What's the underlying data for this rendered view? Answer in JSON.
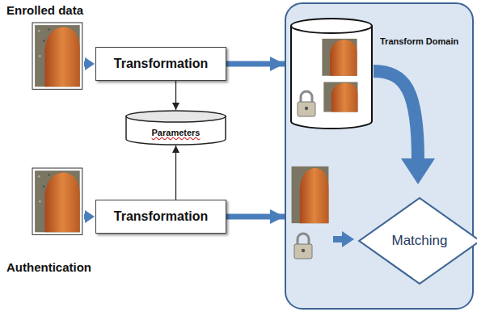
{
  "diagram": {
    "nodes": [
      {
        "text": [
          "Transformation"
        ]
      },
      {
        "text": [
          "Parameters"
        ]
      },
      {
        "text": [
          "Transformation"
        ]
      },
      {
        "text": [
          "Transform Domain"
        ]
      },
      {
        "text": [
          "Matching"
        ],
        "in": 3
      }
    ],
    "edges": [
      {
        "from": 0,
        "to": 1,
        "arrow": "to"
      },
      {
        "from": 2,
        "to": 1,
        "arrow": "to"
      },
      {
        "from": 0,
        "to": 3,
        "arrow": "to"
      },
      {
        "from": 2,
        "to": 3,
        "arrow": "to"
      }
    ],
    "labels": [
      "Enrolled data",
      "Authentication"
    ]
  }
}
